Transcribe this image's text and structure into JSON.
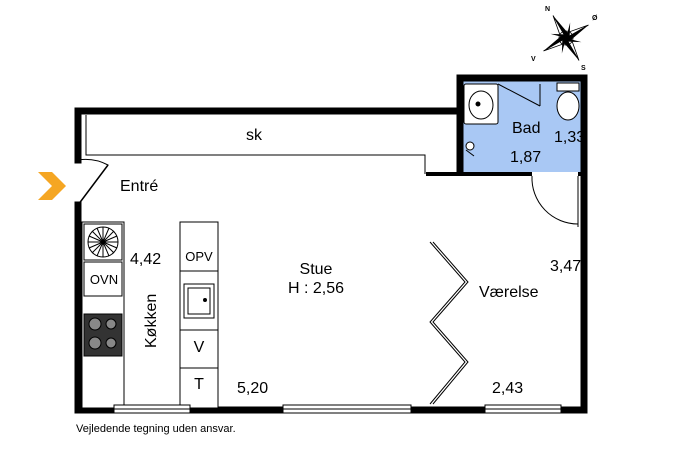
{
  "rooms": {
    "sk": "sk",
    "entre": "Entré",
    "bad": "Bad",
    "kokken": "Køkken",
    "stue": "Stue",
    "stue_height": "H : 2,56",
    "vaerelse": "Værelse"
  },
  "appliances": {
    "oven": "OVN",
    "dishwasher": "OPV",
    "washer": "V",
    "dryer": "T"
  },
  "dimensions": {
    "bad_width": "1,33",
    "bad_length": "1,87",
    "kitchen": "4,42",
    "living_width": "5,20",
    "bedroom_width": "2,43",
    "bedroom_length": "3,47"
  },
  "compass": {
    "n": "N",
    "o": "Ø",
    "s": "S",
    "v": "V"
  },
  "disclaimer": "Vejledende tegning uden ansvar.",
  "colors": {
    "wall": "#000000",
    "bathroom_fill": "#a9c8f4",
    "entrance_arrow": "#f5a623",
    "window": "#ffffff"
  }
}
